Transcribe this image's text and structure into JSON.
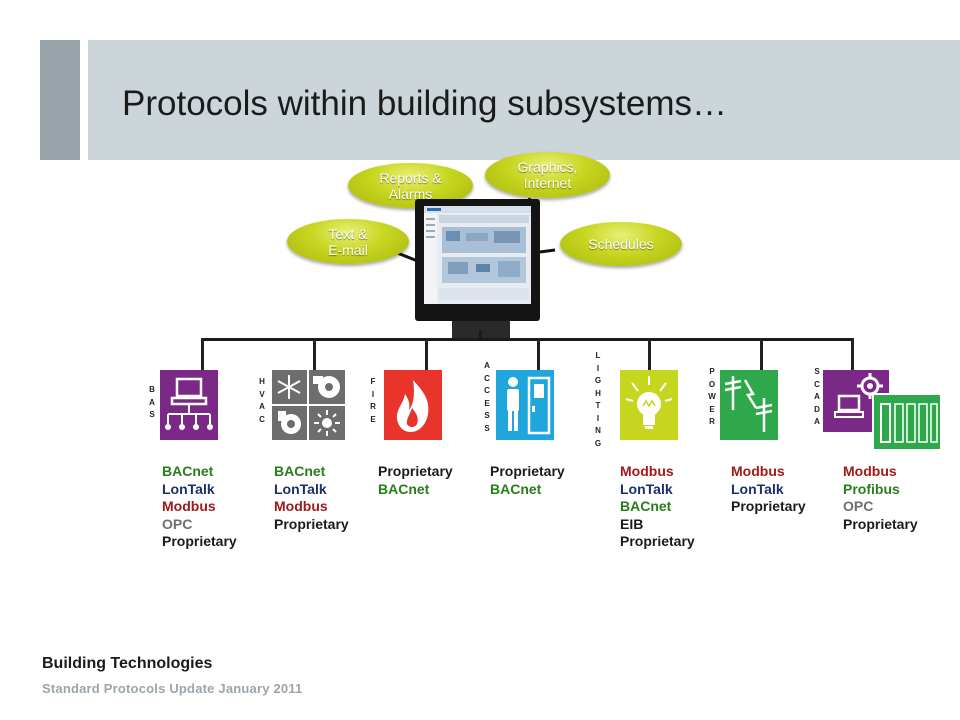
{
  "title": "Protocols within building subsystems…",
  "bubbles": {
    "text_email": "Text &\nE-mail",
    "reports_alarms": "Reports &\nAlarms",
    "graphics_internet": "Graphics,\nInternet",
    "schedules": "Schedules"
  },
  "colors": {
    "green": "#2a7d1c",
    "navy": "#1b2f6e",
    "red": "#a11a1a",
    "gray": "#6f6f6f",
    "black": "#1b1b1b",
    "purple": "#7a2a86",
    "tile_red": "#e8342a",
    "cyan": "#1ea6dd",
    "yellow_green": "#c6d51e",
    "green_tile": "#2ea84a"
  },
  "subsystems": [
    {
      "label": "BAS",
      "icon": "computer-network-icon",
      "protocols": [
        {
          "text": "BACnet",
          "color": "green"
        },
        {
          "text": "LonTalk",
          "color": "navy"
        },
        {
          "text": "Modbus",
          "color": "red"
        },
        {
          "text": "OPC",
          "color": "gray"
        },
        {
          "text": "Proprietary",
          "color": "black"
        }
      ]
    },
    {
      "label": "HVAC",
      "icon": "hvac-icon",
      "protocols": [
        {
          "text": "BACnet",
          "color": "green"
        },
        {
          "text": "LonTalk",
          "color": "navy"
        },
        {
          "text": "Modbus",
          "color": "red"
        },
        {
          "text": "Proprietary",
          "color": "black"
        }
      ]
    },
    {
      "label": "FIRE",
      "icon": "flame-icon",
      "protocols": [
        {
          "text": "Proprietary",
          "color": "black"
        },
        {
          "text": "BACnet",
          "color": "green"
        }
      ]
    },
    {
      "label": "ACCESS",
      "icon": "person-door-icon",
      "protocols": [
        {
          "text": "Proprietary",
          "color": "black"
        },
        {
          "text": "BACnet",
          "color": "green"
        }
      ]
    },
    {
      "label": "LIGHTING",
      "icon": "light-bulb-icon",
      "protocols": [
        {
          "text": "Modbus",
          "color": "red"
        },
        {
          "text": "LonTalk",
          "color": "navy"
        },
        {
          "text": "BACnet",
          "color": "green"
        },
        {
          "text": "EIB",
          "color": "black"
        },
        {
          "text": "Proprietary",
          "color": "black"
        }
      ]
    },
    {
      "label": "POWER",
      "icon": "power-lines-icon",
      "protocols": [
        {
          "text": "Modbus",
          "color": "red"
        },
        {
          "text": "LonTalk",
          "color": "navy"
        },
        {
          "text": "Proprietary",
          "color": "black"
        }
      ]
    },
    {
      "label": "SCADA",
      "icon": "scada-icon",
      "protocols": [
        {
          "text": "Modbus",
          "color": "red"
        },
        {
          "text": "Profibus",
          "color": "green"
        },
        {
          "text": "OPC",
          "color": "gray"
        },
        {
          "text": "Proprietary",
          "color": "black"
        }
      ]
    }
  ],
  "footer": {
    "company": "Building Technologies",
    "subtitle": "Standard Protocols Update January 2011"
  }
}
